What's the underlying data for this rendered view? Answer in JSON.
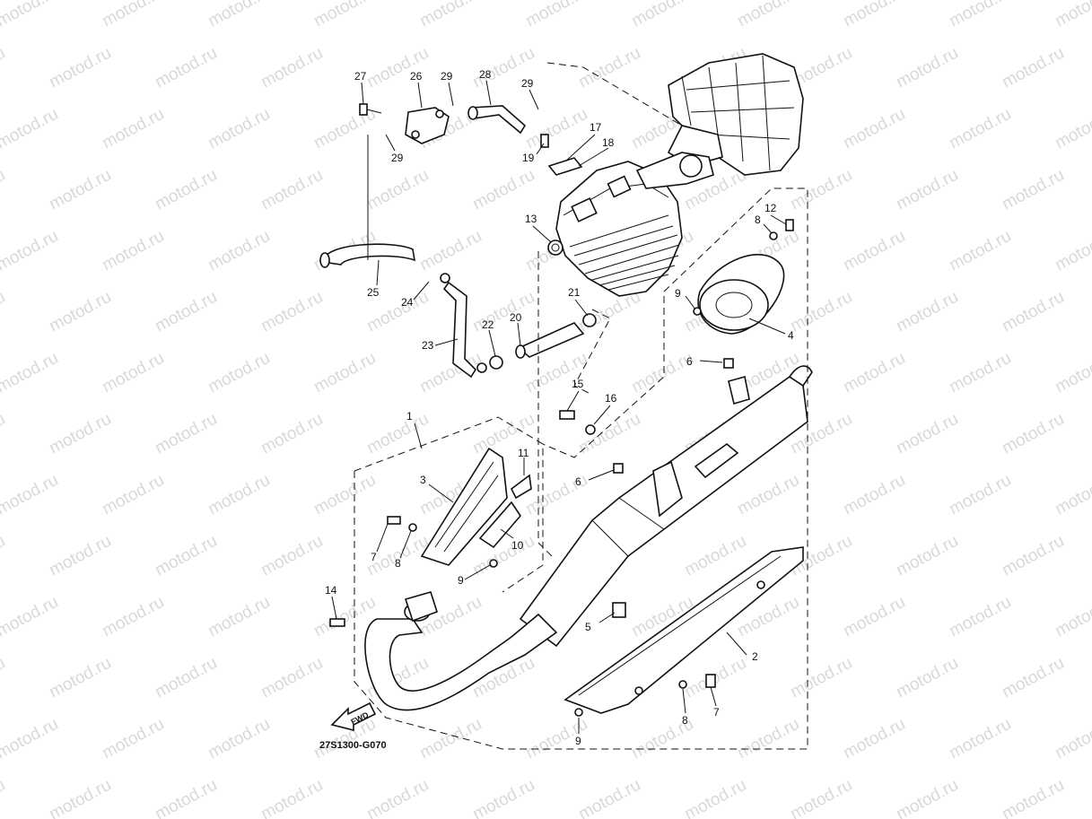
{
  "watermark": "motod.ru",
  "diagram_code": "27S1300-G070",
  "fwd_label": "FWD",
  "callouts": [
    {
      "id": "c1",
      "text": "1"
    },
    {
      "id": "c2",
      "text": "2"
    },
    {
      "id": "c3",
      "text": "3"
    },
    {
      "id": "c4",
      "text": "4"
    },
    {
      "id": "c5",
      "text": "5"
    },
    {
      "id": "c6a",
      "text": "6"
    },
    {
      "id": "c6b",
      "text": "6"
    },
    {
      "id": "c7a",
      "text": "7"
    },
    {
      "id": "c7b",
      "text": "7"
    },
    {
      "id": "c8a",
      "text": "8"
    },
    {
      "id": "c8b",
      "text": "8"
    },
    {
      "id": "c8c",
      "text": "8"
    },
    {
      "id": "c9a",
      "text": "9"
    },
    {
      "id": "c9b",
      "text": "9"
    },
    {
      "id": "c9c",
      "text": "9"
    },
    {
      "id": "c10",
      "text": "10"
    },
    {
      "id": "c11",
      "text": "11"
    },
    {
      "id": "c12",
      "text": "12"
    },
    {
      "id": "c13",
      "text": "13"
    },
    {
      "id": "c14",
      "text": "14"
    },
    {
      "id": "c15",
      "text": "15"
    },
    {
      "id": "c16",
      "text": "16"
    },
    {
      "id": "c17",
      "text": "17"
    },
    {
      "id": "c18",
      "text": "18"
    },
    {
      "id": "c19",
      "text": "19"
    },
    {
      "id": "c20",
      "text": "20"
    },
    {
      "id": "c21",
      "text": "21"
    },
    {
      "id": "c22",
      "text": "22"
    },
    {
      "id": "c23",
      "text": "23"
    },
    {
      "id": "c24",
      "text": "24"
    },
    {
      "id": "c25",
      "text": "25"
    },
    {
      "id": "c26",
      "text": "26"
    },
    {
      "id": "c27",
      "text": "27"
    },
    {
      "id": "c28",
      "text": "28"
    },
    {
      "id": "c29a",
      "text": "29"
    },
    {
      "id": "c29b",
      "text": "29"
    },
    {
      "id": "c29c",
      "text": "29"
    }
  ]
}
